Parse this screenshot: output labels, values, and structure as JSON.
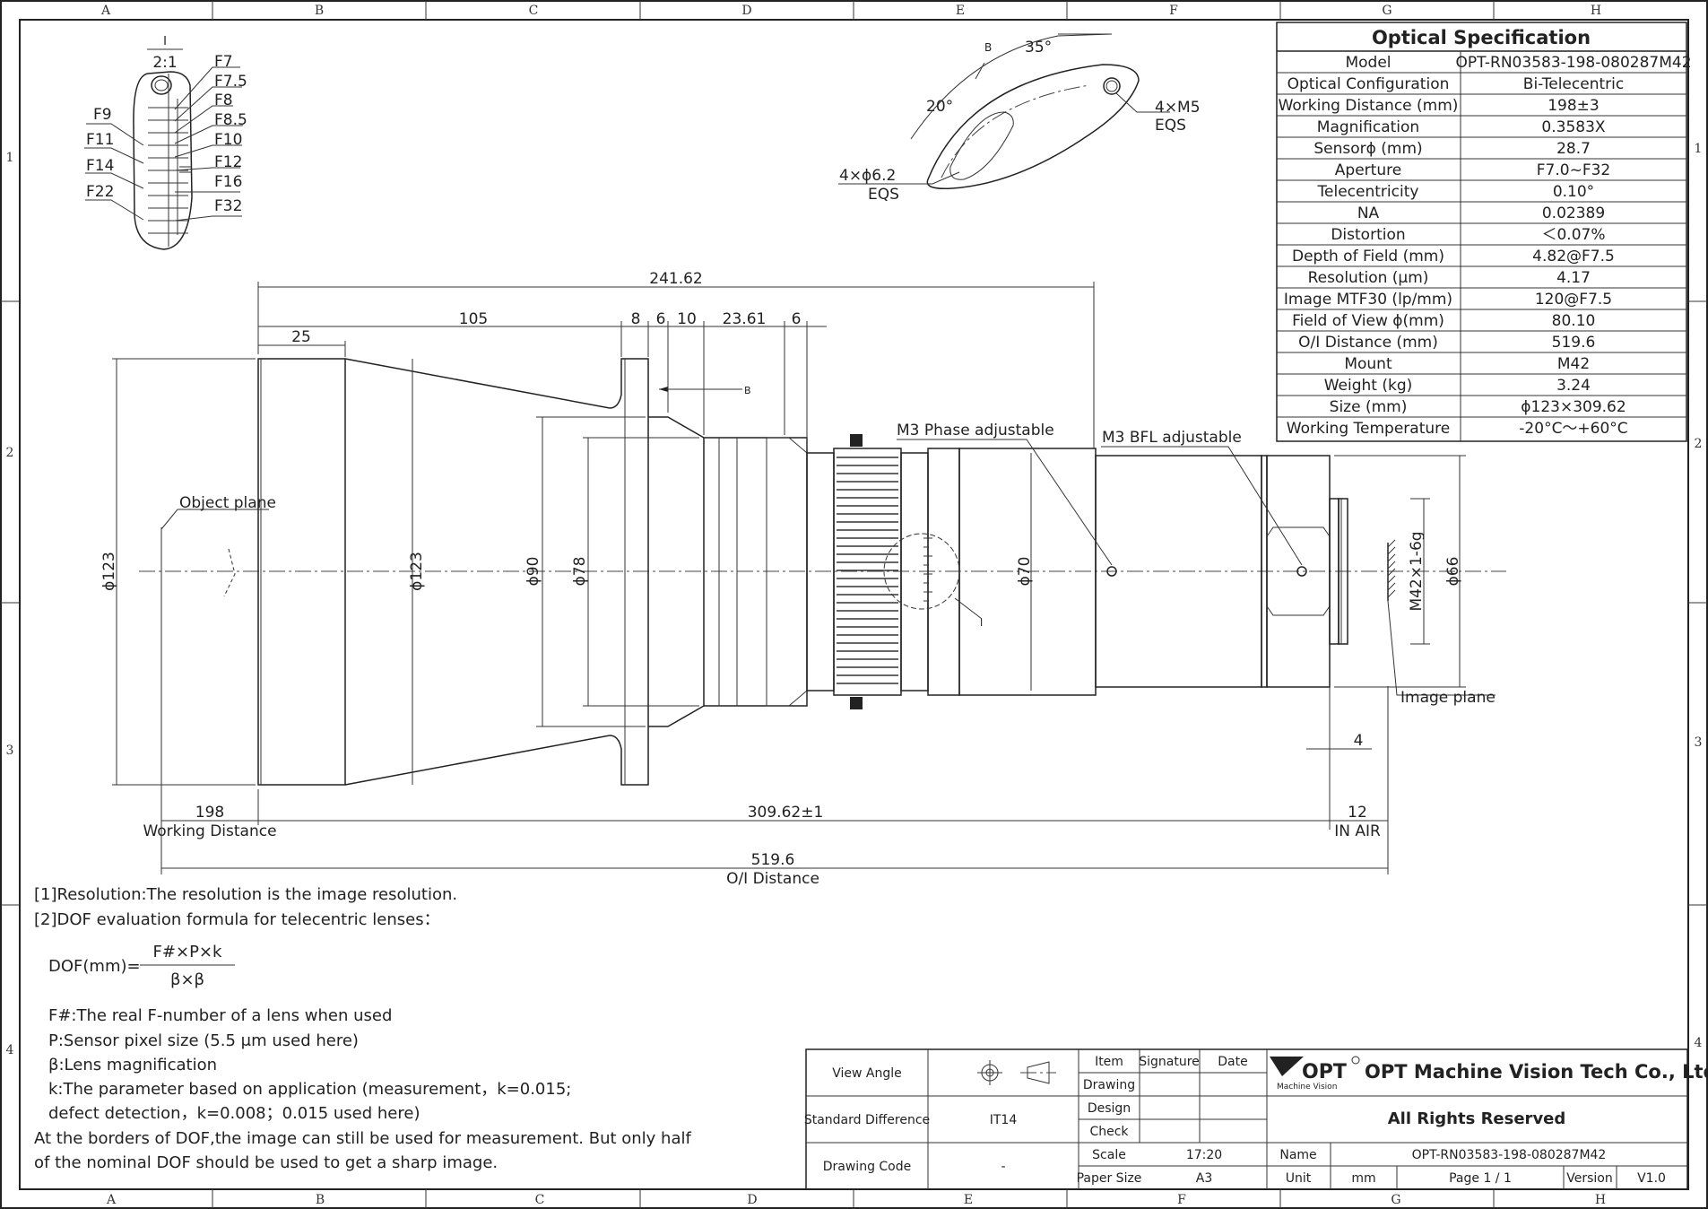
{
  "border": {
    "cols": [
      "A",
      "B",
      "C",
      "D",
      "E",
      "F",
      "G",
      "H"
    ],
    "rows": [
      "1",
      "2",
      "3",
      "4"
    ]
  },
  "spec": {
    "title": "Optical Specification",
    "rows": [
      [
        "Model",
        "OPT-RN03583-198-080287M42"
      ],
      [
        "Optical Configuration",
        "Bi-Telecentric"
      ],
      [
        "Working Distance (mm)",
        "198±3"
      ],
      [
        "Magnification",
        "0.3583X"
      ],
      [
        "Sensorϕ (mm)",
        "28.7"
      ],
      [
        "Aperture",
        "F7.0~F32"
      ],
      [
        "Telecentricity",
        "0.10°"
      ],
      [
        "NA",
        "0.02389"
      ],
      [
        "Distortion",
        "＜0.07%"
      ],
      [
        "Depth of Field (mm)",
        "4.82@F7.5"
      ],
      [
        "Resolution (μm)",
        "4.17"
      ],
      [
        "Image MTF30 (lp/mm)",
        "120@F7.5"
      ],
      [
        "Field of View ϕ(mm)",
        "80.10"
      ],
      [
        "O/I Distance (mm)",
        "519.6"
      ],
      [
        "Mount",
        "M42"
      ],
      [
        "Weight (kg)",
        "3.24"
      ],
      [
        "Size (mm)",
        "ϕ123×309.62"
      ],
      [
        "Working Temperature",
        "-20°C～+60°C"
      ]
    ]
  },
  "detail_i": {
    "label": "I",
    "scale": "2:1",
    "stops_right": [
      "F7",
      "F7.5",
      "F8",
      "F8.5",
      "F10",
      "F12",
      "F16",
      "F32"
    ],
    "stops_left": [
      "F9",
      "F11",
      "F14",
      "F22"
    ]
  },
  "detail_b": {
    "label": "B",
    "angle1": "35°",
    "angle2": "20°",
    "hole1_a": "4×M5",
    "hole1_b": "EQS",
    "hole2_a": "4×ϕ6.2",
    "hole2_b": "EQS"
  },
  "dims": {
    "total_span": "241.62",
    "d105": "105",
    "d25": "25",
    "d8": "8",
    "d6a": "6",
    "d10": "10",
    "d23": "23.61",
    "d6b": "6",
    "dia123a": "ϕ123",
    "dia123b": "ϕ123",
    "dia90": "ϕ90",
    "dia78": "ϕ78",
    "dia70": "ϕ70",
    "dia66": "ϕ66",
    "thread": "M42×1-6g",
    "d4": "4",
    "wd": "198",
    "wd_label": "Working Distance",
    "length": "309.62±1",
    "d12": "12",
    "in_air": "IN AIR",
    "oi": "519.6",
    "oi_label": "O/I Distance",
    "section_b": "B",
    "section_i": "I"
  },
  "labels": {
    "object_plane": "Object plane",
    "image_plane": "Image plane",
    "m3_phase": "M3 Phase adjustable",
    "m3_bfl": "M3 BFL adjustable"
  },
  "notes": {
    "n1": "[1]Resolution:The resolution is  the image resolution.",
    "n2": "[2]DOF evaluation formula for telecentric lenses：",
    "dof_lhs": "DOF(mm)=",
    "dof_num": "F#×P×k",
    "dof_den": "β×β",
    "defs": [
      "F#:The real F-number of a lens when used",
      "P:Sensor pixel size (5.5 μm used here)",
      "β:Lens magnification",
      "k:The parameter based on application (measurement，k=0.015;",
      "defect detection，k=0.008；0.015 used here)"
    ],
    "tail1": "At the borders of DOF,the image can still be used for measurement. But only half",
    "tail2": "of the nominal DOF should be used to get a sharp image."
  },
  "title_block": {
    "view_angle": "View Angle",
    "std_diff": "Standard Difference",
    "std_val": "IT14",
    "drawing_code": "Drawing Code",
    "code_val": "-",
    "item": "Item",
    "signature": "Signature",
    "date": "Date",
    "drawing": "Drawing",
    "design": "Design",
    "check": "Check",
    "scale": "Scale",
    "scale_val": "17:20",
    "paper": "Paper Size",
    "paper_val": "A3",
    "logo": "OPT",
    "logo_sub": "Machine Vision",
    "company": "OPT Machine Vision Tech Co., Ltd.",
    "rights": "All Rights Reserved",
    "name": "Name",
    "name_val": "OPT-RN03583-198-080287M42",
    "unit": "Unit",
    "unit_val": "mm",
    "page": "Page  1 / 1",
    "version": "Version",
    "version_val": "V1.0"
  }
}
